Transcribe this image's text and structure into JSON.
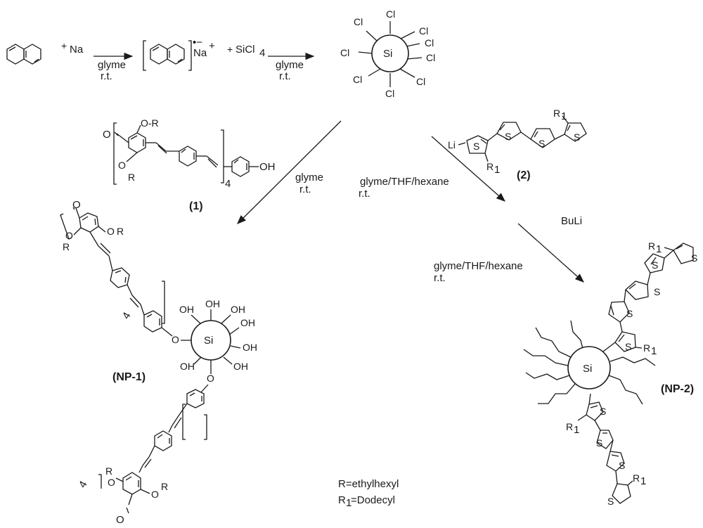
{
  "reagents": {
    "plus1": "+",
    "na": "Na",
    "plus2": "+",
    "sicl4_main": "SiCl",
    "sicl4_sub": "4",
    "radical_sign": "•−",
    "na_cation": "Na",
    "na_plus": "+"
  },
  "conditions": {
    "step1": [
      "glyme",
      "r.t."
    ],
    "step2": [
      "glyme",
      "r.t."
    ],
    "step3": [
      "glyme",
      "r.t."
    ],
    "step4": [
      "glyme/THF/hexane",
      "r.t."
    ],
    "step5_reagent": "BuLi",
    "step5": [
      "glyme/THF/hexane",
      "r.t."
    ]
  },
  "atoms": {
    "si": "Si",
    "cl": "Cl",
    "oh": "OH",
    "o": "O",
    "r": "R",
    "or": "O-R",
    "li": "Li",
    "s": "S",
    "r1": "R",
    "r1_sub": "1",
    "repeat_n": "4"
  },
  "compounds": {
    "c1": "(1)",
    "c2": "(2)",
    "np1": "(NP-1)",
    "np2": "(NP-2)"
  },
  "legend": {
    "r_def": "R=ethylhexyl",
    "r1_def_main": "R",
    "r1_def_sub": "1",
    "r1_def_rest": "=Dodecyl"
  }
}
